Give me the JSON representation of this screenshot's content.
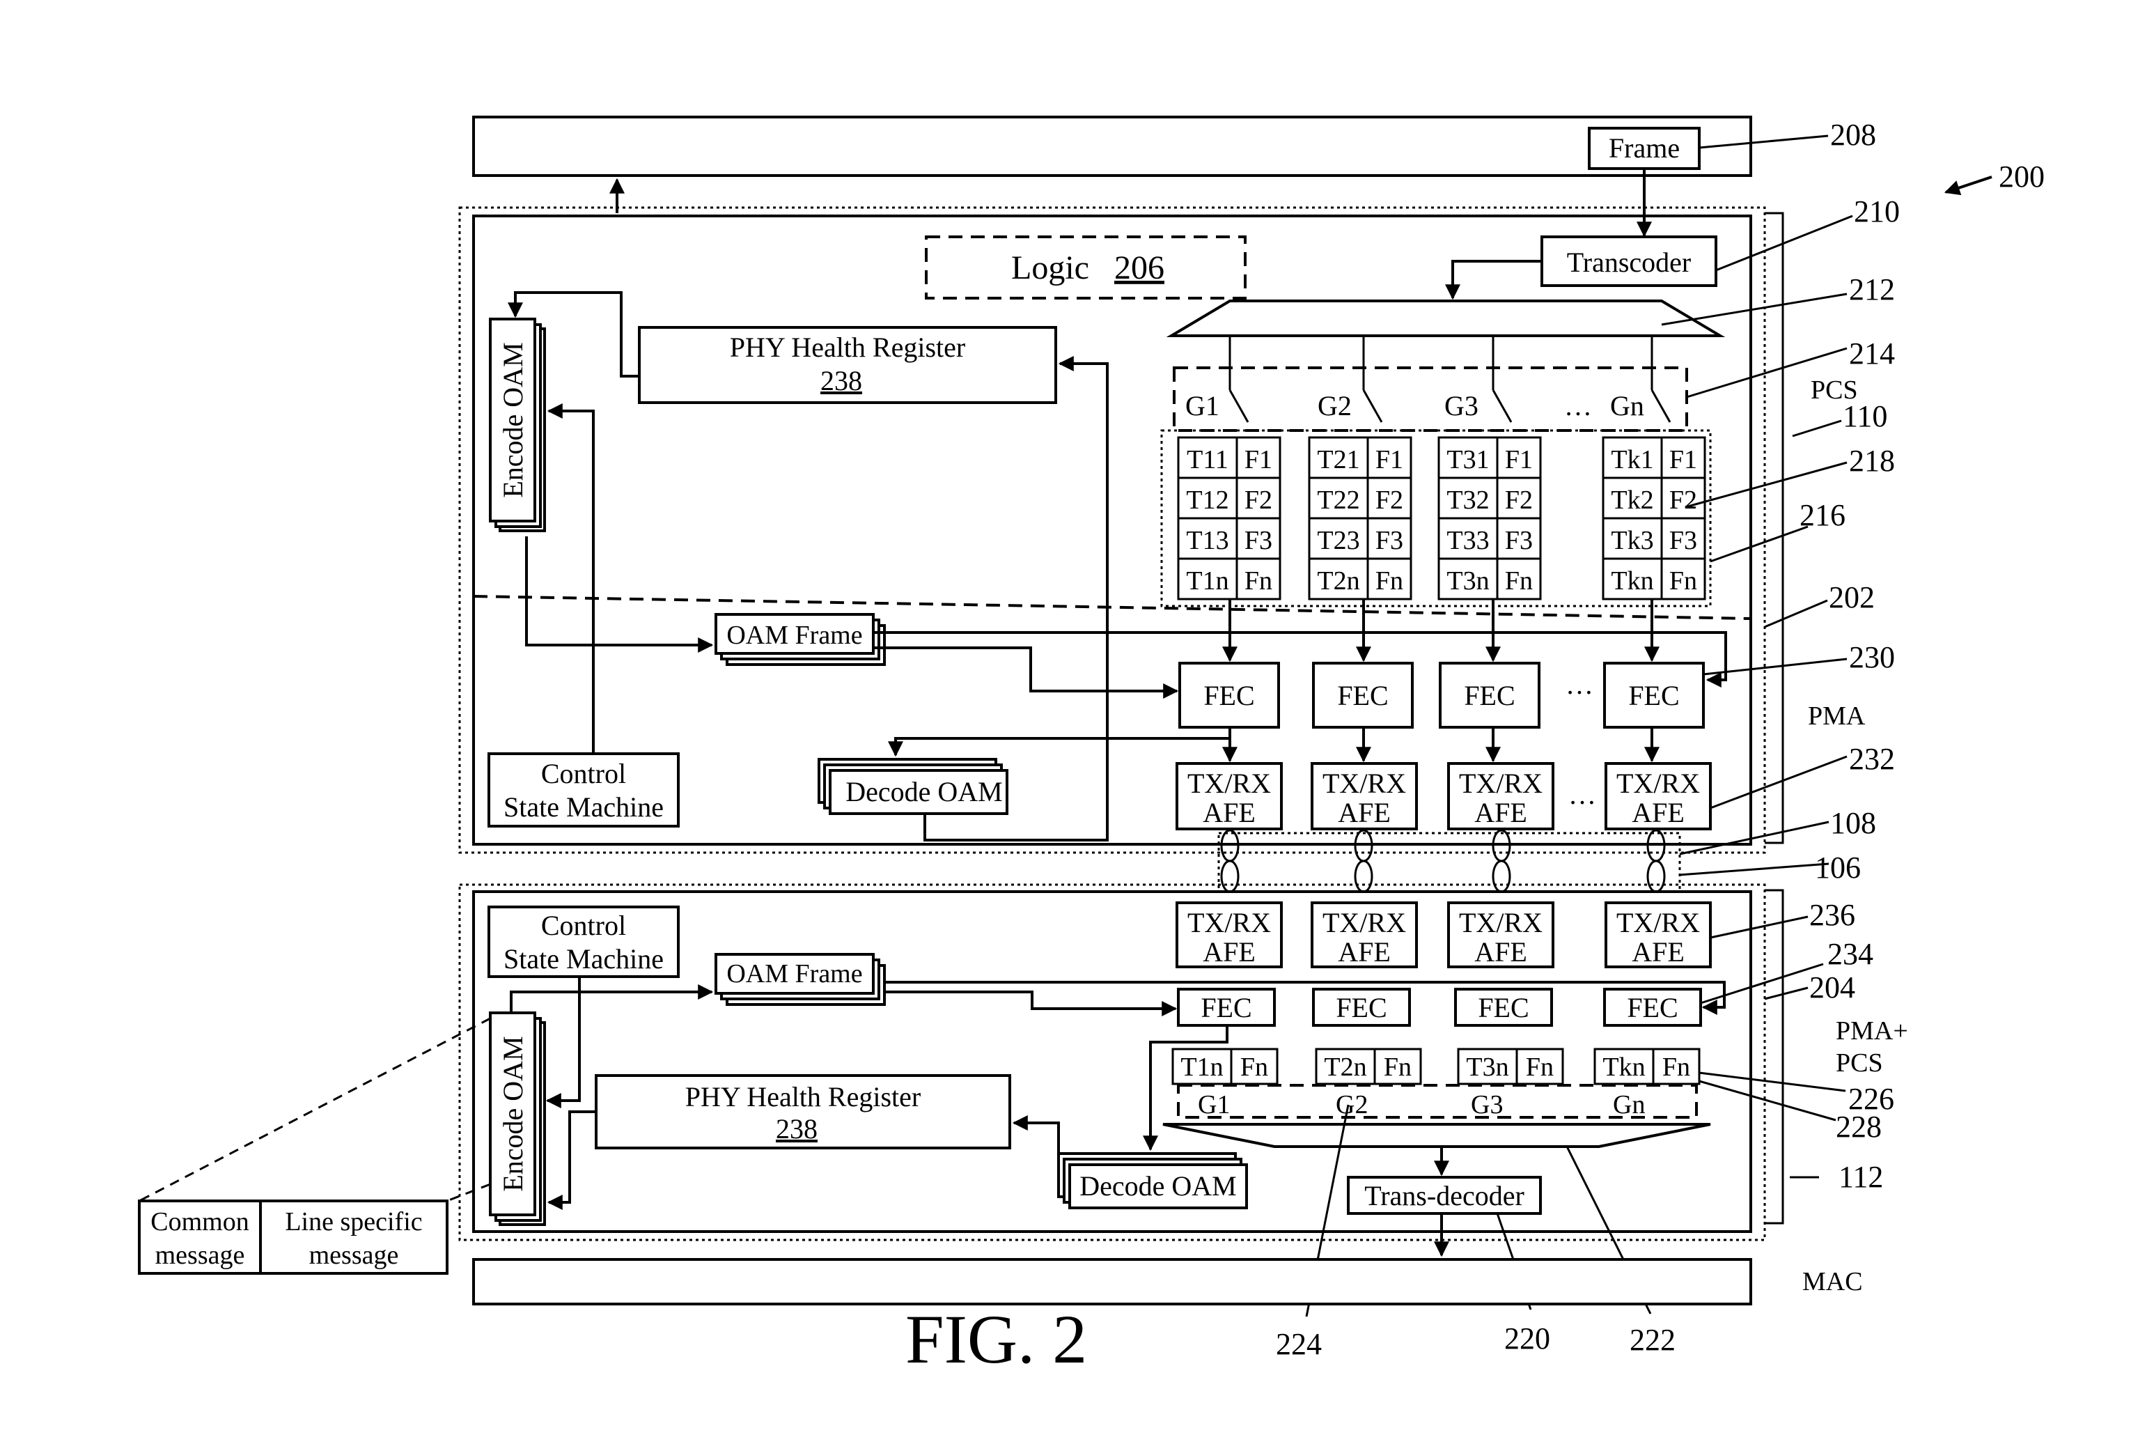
{
  "figure": {
    "caption": "FIG. 2",
    "ref_200": "200",
    "frame_label": "Frame",
    "ref_208": "208",
    "transcoder_label": "Transcoder",
    "ref_210": "210",
    "ref_212": "212",
    "ref_214": "214",
    "pcs_label": "PCS",
    "ref_110": "110",
    "ref_218": "218",
    "ref_216": "216",
    "ref_202": "202",
    "ref_230": "230",
    "pma_label": "PMA",
    "ref_232": "232",
    "ref_108": "108",
    "ref_106": "106",
    "ref_236": "236",
    "ref_234": "234",
    "ref_204": "204",
    "pma_pcs_line1": "PMA+",
    "pma_pcs_line2": "PCS",
    "ref_226": "226",
    "ref_228": "228",
    "ref_112": "112",
    "mac_label": "MAC",
    "ref_224": "224",
    "ref_220": "220",
    "ref_222": "222"
  },
  "top_block": {
    "logic_text": "Logic",
    "logic_ref": "206",
    "phy_health_label": "PHY Health Register",
    "phy_health_ref": "238",
    "encode_oam_label": "Encode OAM",
    "oam_frame_label": "OAM Frame",
    "control_line1": "Control",
    "control_line2": "State Machine",
    "decode_oam_label": "Decode OAM",
    "groups": [
      "G1",
      "G2",
      "G3",
      "Gn"
    ],
    "group_ellipsis": "…",
    "tables": [
      {
        "t": [
          "T11",
          "T12",
          "T13",
          "T1n"
        ],
        "f": [
          "F1",
          "F2",
          "F3",
          "Fn"
        ]
      },
      {
        "t": [
          "T21",
          "T22",
          "T23",
          "T2n"
        ],
        "f": [
          "F1",
          "F2",
          "F3",
          "Fn"
        ]
      },
      {
        "t": [
          "T31",
          "T32",
          "T33",
          "T3n"
        ],
        "f": [
          "F1",
          "F2",
          "F3",
          "Fn"
        ]
      },
      {
        "t": [
          "Tk1",
          "Tk2",
          "Tk3",
          "Tkn"
        ],
        "f": [
          "F1",
          "F2",
          "F3",
          "Fn"
        ]
      }
    ],
    "fec_label": "FEC",
    "fec_ellipsis": "…",
    "afe_line1": "TX/RX",
    "afe_line2": "AFE",
    "afe_ellipsis": "…"
  },
  "bottom_block": {
    "control_line1": "Control",
    "control_line2": "State Machine",
    "oam_frame_label": "OAM Frame",
    "encode_oam_label": "Encode OAM",
    "phy_health_label": "PHY Health Register",
    "phy_health_ref": "238",
    "decode_oam_label": "Decode OAM",
    "afe_line1": "TX/RX",
    "afe_line2": "AFE",
    "fec_label": "FEC",
    "tn_cells": [
      {
        "t": "T1n",
        "f": "Fn"
      },
      {
        "t": "T2n",
        "f": "Fn"
      },
      {
        "t": "T3n",
        "f": "Fn"
      },
      {
        "t": "Tkn",
        "f": "Fn"
      }
    ],
    "groups": [
      "G1",
      "G2",
      "G3",
      "Gn"
    ],
    "trans_decoder_label": "Trans-decoder"
  },
  "message_table": {
    "common_line1": "Common",
    "common_line2": "message",
    "line_specific_line1": "Line specific",
    "line_specific_line2": "message"
  }
}
